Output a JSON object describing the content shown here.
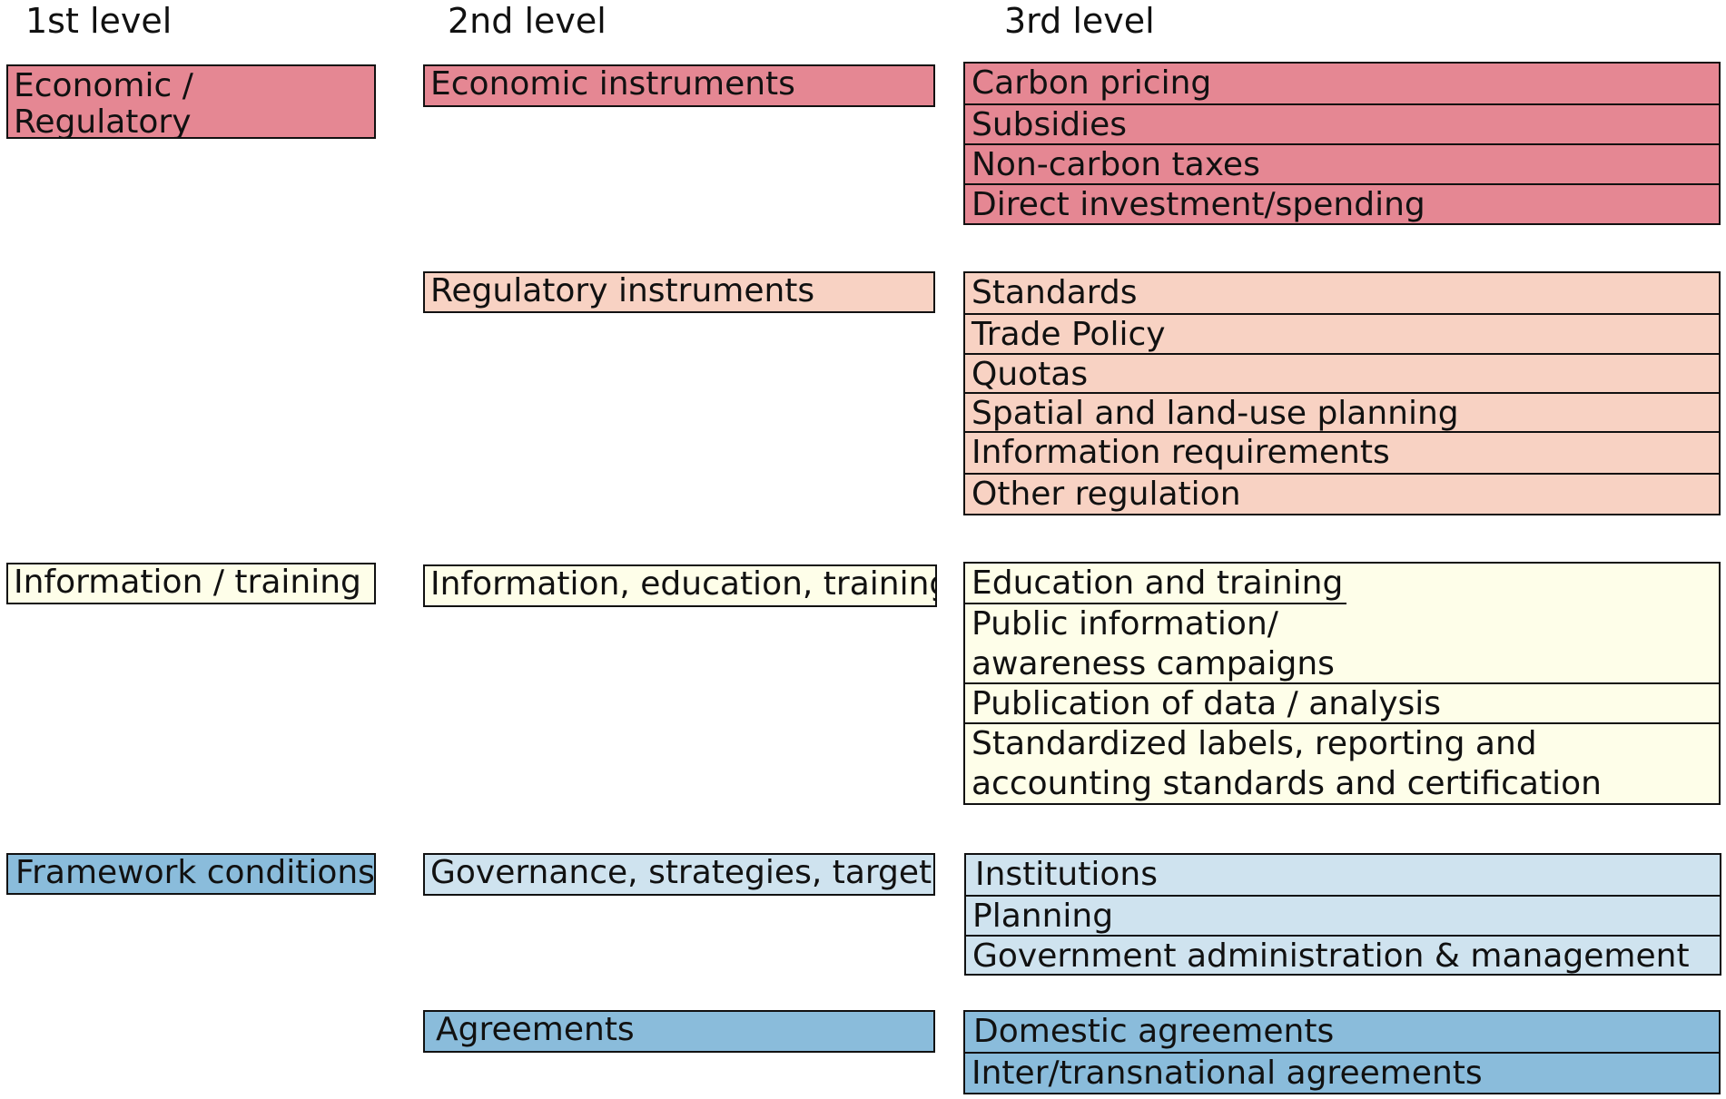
{
  "headers": {
    "level1": "1st level",
    "level2": "2nd level",
    "level3": "3rd level"
  },
  "colors": {
    "economic": "#e58793",
    "regulatory": "#f8d2c3",
    "information": "#fefee9",
    "governance": "#cfe3ef",
    "agreements": "#8abcdb"
  },
  "level1": [
    "Economic / Regulatory instruments",
    "Information / training",
    "Framework conditions"
  ],
  "level2": [
    "Economic instruments",
    "Regulatory instruments",
    "Information, education, training",
    "Governance, strategies, targets",
    "Agreements"
  ],
  "level3": {
    "economic": [
      "Carbon pricing",
      "Subsidies",
      "Non-carbon taxes",
      "Direct investment/spending"
    ],
    "regulatory": [
      "Standards",
      "Trade Policy",
      "Quotas",
      "Spatial and land-use planning",
      "Information requirements",
      "Other regulation"
    ],
    "information": [
      "Education and training",
      "Public information/ awareness campaigns",
      "Publication of data / analysis",
      "Standardized labels, reporting and accounting standards and certification schemes"
    ],
    "governance": [
      "Institutions",
      "Planning",
      "Government administration & management"
    ],
    "agreements": [
      "Domestic agreements",
      "Inter/transnational agreements"
    ]
  }
}
